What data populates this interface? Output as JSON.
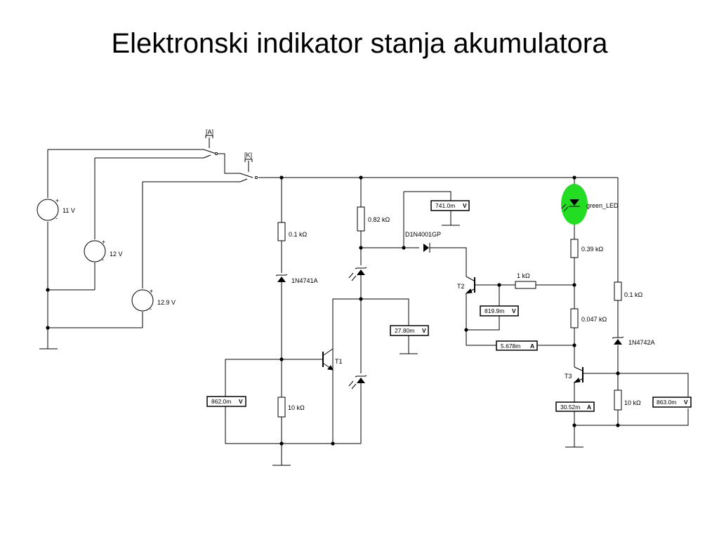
{
  "title": "Elektronski indikator stanja akumulatora",
  "switches": {
    "a": "[A]",
    "k": "[K]"
  },
  "sources": {
    "v1": "11 V",
    "v2": "12 V",
    "v3": "12.9 V",
    "plus": "+",
    "minus": "-"
  },
  "resistors": {
    "r1": "0.1 kΩ",
    "r2": "0.82 kΩ",
    "r3": "10 kΩ",
    "r4": "1 kΩ",
    "r5": "0.39 kΩ",
    "r6": "0.047 kΩ",
    "r7": "0.1 kΩ",
    "r8": "10 kΩ"
  },
  "diodes": {
    "z1": "1N4741A",
    "d1": "D1N4001GP",
    "z2": "1N4742A"
  },
  "transistors": {
    "t1": "T1",
    "t2": "T2",
    "t3": "T3"
  },
  "led": {
    "label": "green_LED",
    "color": "#22dd22"
  },
  "meters": {
    "m1": {
      "value": "741.0m",
      "unit": "V"
    },
    "m2": {
      "value": "27.80m",
      "unit": "V"
    },
    "m3": {
      "value": "819.9m",
      "unit": "V"
    },
    "m4": {
      "value": "5.678m",
      "unit": "A"
    },
    "m5": {
      "value": "862.0m",
      "unit": "V"
    },
    "m6": {
      "value": "30.52m",
      "unit": "A"
    },
    "m7": {
      "value": "863.0m",
      "unit": "V"
    }
  }
}
